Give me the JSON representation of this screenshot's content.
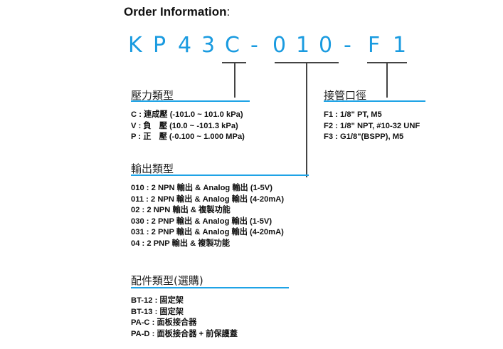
{
  "title": "Order Information",
  "title_colon": ":",
  "model_code": [
    "K",
    "P",
    "4",
    "3",
    "C",
    "-",
    "0",
    "1",
    "0",
    "-",
    "F",
    "1"
  ],
  "pressure": {
    "heading": "壓力類型",
    "items": [
      "C : 連成壓 (-101.0 ~ 101.0 kPa)",
      "V : 負　壓 (10.0 ~ -101.3 kPa)",
      "P : 正　壓 (-0.100 ~ 1.000 MPa)"
    ]
  },
  "fitting": {
    "heading": "接管口徑",
    "items": [
      "F1 : 1/8\" PT, M5",
      "F2 : 1/8\" NPT, #10-32 UNF",
      "F3 : G1/8\"(BSPP), M5"
    ]
  },
  "output": {
    "heading": "輸出類型",
    "items": [
      "010 : 2 NPN 輸出 & Analog 輸出  (1-5V)",
      "011 : 2 NPN 輸出 & Analog 輸出  (4-20mA)",
      "02   : 2 NPN 輸出 & 複製功能",
      "030 : 2 PNP 輸出 & Analog 輸出  (1-5V)",
      "031 : 2 PNP 輸出 & Analog 輸出  (4-20mA)",
      "04   : 2 PNP 輸出 & 複製功能"
    ]
  },
  "accessory": {
    "heading": "配件類型(選購)",
    "items": [
      "BT-12 : 固定架",
      "BT-13 : 固定架",
      "PA-C   : 面板接合器",
      "PA-D   : 面板接合器 + 前保護蓋"
    ]
  }
}
